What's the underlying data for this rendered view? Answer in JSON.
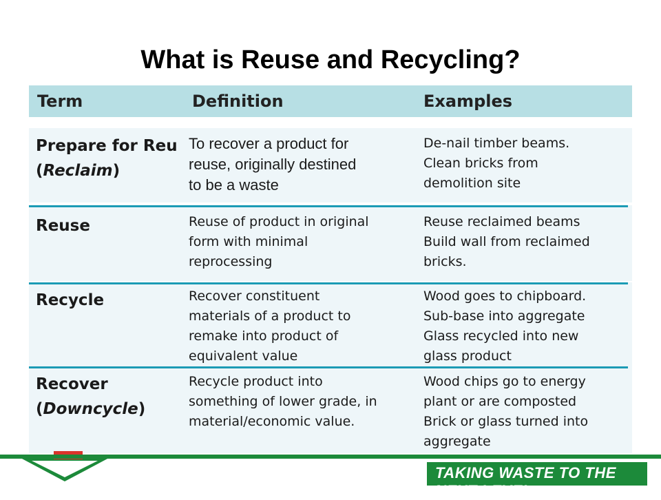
{
  "title": "What is Reuse and Recycling?",
  "header": {
    "term": "Term",
    "definition": "Definition",
    "examples": "Examples"
  },
  "rows": [
    {
      "term": "Prepare for Reu",
      "term_sub": "Reclaim",
      "definition": [
        "To recover a product for",
        "reuse, originally destined",
        "to be a waste"
      ],
      "examples": [
        "De-nail timber beams.",
        "Clean bricks from",
        "demolition site"
      ]
    },
    {
      "term": "Reuse",
      "term_sub": "",
      "definition": [
        "Reuse of product in original",
        "form with minimal",
        "reprocessing"
      ],
      "examples": [
        "Reuse reclaimed beams",
        "Build wall from reclaimed",
        "bricks."
      ]
    },
    {
      "term": "Recycle",
      "term_sub": "",
      "definition": [
        "Recover constituent",
        "materials of a product to",
        "remake into product of",
        "equivalent value"
      ],
      "examples": [
        "Wood goes to chipboard.",
        "Sub-base into aggregate",
        "Glass recycled into new",
        "glass product"
      ]
    },
    {
      "term": "Recover",
      "term_sub": "Downcycle",
      "definition": [
        "Recycle product into",
        "something of lower grade, in",
        "material/economic value."
      ],
      "examples": [
        "Wood chips go to energy",
        "plant or are composted",
        "Brick or glass turned into",
        "aggregate"
      ]
    }
  ],
  "footer": {
    "slogan": "TAKING WASTE TO THE NEXT LEVEL"
  },
  "colors": {
    "header_bg": "#b7dfe4",
    "row_bg": "#eef6f9",
    "separator": "#1b9bb5",
    "brand_green": "#1c8a3a",
    "logo_red": "#d9342b"
  }
}
